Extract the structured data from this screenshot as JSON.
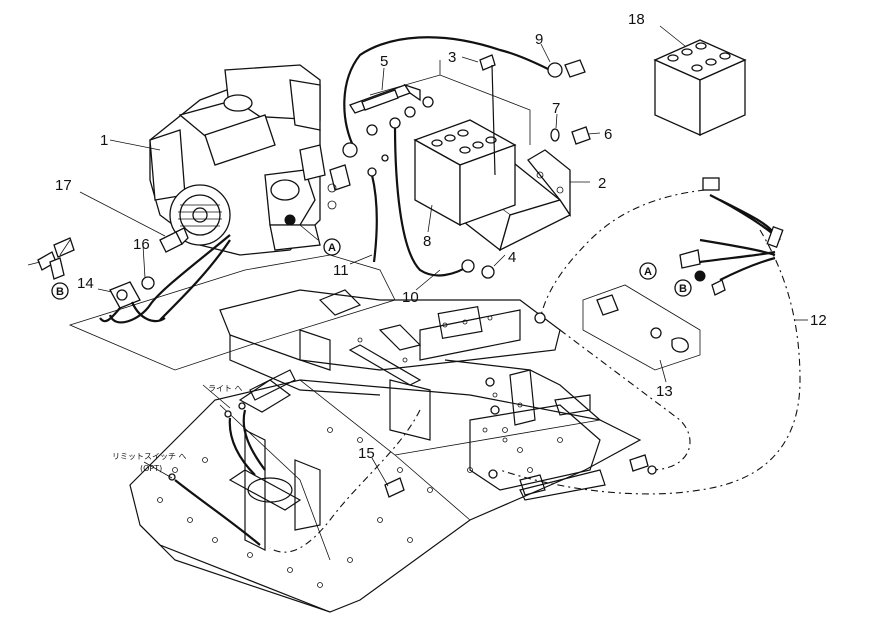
{
  "callouts": [
    {
      "id": "1",
      "text": "1"
    },
    {
      "id": "2",
      "text": "2"
    },
    {
      "id": "3",
      "text": "3"
    },
    {
      "id": "4",
      "text": "4"
    },
    {
      "id": "5",
      "text": "5"
    },
    {
      "id": "6",
      "text": "6"
    },
    {
      "id": "7",
      "text": "7"
    },
    {
      "id": "8",
      "text": "8"
    },
    {
      "id": "9",
      "text": "9"
    },
    {
      "id": "10",
      "text": "10"
    },
    {
      "id": "11",
      "text": "11"
    },
    {
      "id": "12",
      "text": "12"
    },
    {
      "id": "13",
      "text": "13"
    },
    {
      "id": "14",
      "text": "14"
    },
    {
      "id": "15",
      "text": "15"
    },
    {
      "id": "16",
      "text": "16"
    },
    {
      "id": "17",
      "text": "17"
    },
    {
      "id": "18",
      "text": "18"
    }
  ],
  "connector_markers": {
    "a": "A",
    "b": "B"
  },
  "annotations": {
    "light": "ライト へ",
    "limit_switch": "リミットスイッチ へ",
    "option": "(OPT)"
  }
}
